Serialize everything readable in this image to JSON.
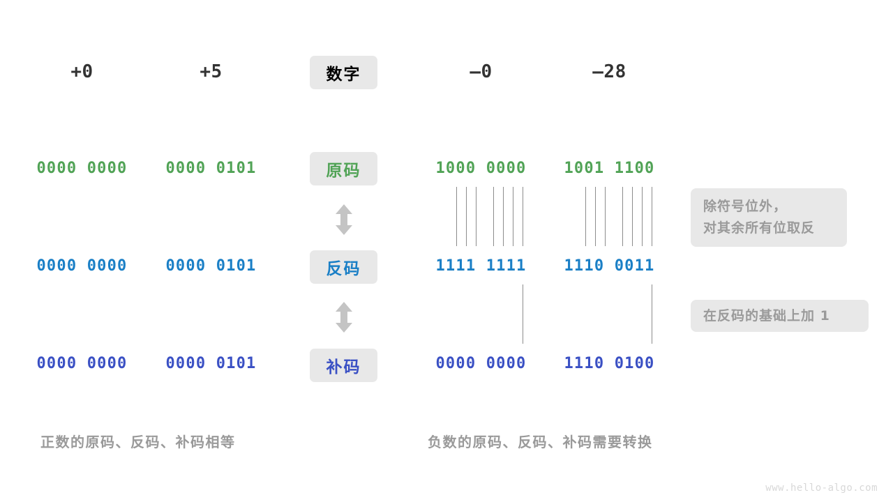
{
  "page": {
    "background": "#ffffff",
    "watermark": "www.hello-algo.com"
  },
  "colors": {
    "green": "#51a356",
    "blue": "#1a7fc6",
    "indigo": "#3a50c4",
    "badge_bg": "#e8e8e8",
    "muted_text": "#9a9a9a",
    "dark_text": "#333333",
    "tick_line": "#8c8c8c",
    "arrow": "#c4c4c4"
  },
  "center_labels": {
    "number": "数字",
    "sign_magnitude": "原码",
    "ones_complement": "反码",
    "twos_complement": "补码"
  },
  "columns": [
    {
      "key": "pos_zero",
      "header": "+0"
    },
    {
      "key": "pos_five",
      "header": "+5"
    },
    {
      "key": "neg_zero",
      "header": "–0"
    },
    {
      "key": "neg_28",
      "header": "–28"
    }
  ],
  "rows": [
    {
      "key": "sign_magnitude",
      "label": "原码",
      "color": "#51a356",
      "values": {
        "pos_zero": "0000 0000",
        "pos_five": "0000 0101",
        "neg_zero": "1000 0000",
        "neg_28": "1001 1100"
      }
    },
    {
      "key": "ones_complement",
      "label": "反码",
      "color": "#1a7fc6",
      "values": {
        "pos_zero": "0000 0000",
        "pos_five": "0000 0101",
        "neg_zero": "1111 1111",
        "neg_28": "1110 0011"
      }
    },
    {
      "key": "twos_complement",
      "label": "补码",
      "color": "#3a50c4",
      "values": {
        "pos_zero": "0000 0000",
        "pos_five": "0000 0101",
        "neg_zero": "0000 0000",
        "neg_28": "1110 0100"
      }
    }
  ],
  "notes": {
    "invert": {
      "line1": "除符号位外，",
      "line2": "对其余所有位取反"
    },
    "plus_one": {
      "line1": "在反码的基础上加 1"
    }
  },
  "captions": {
    "positive": "正数的原码、反码、补码相等",
    "negative": "负数的原码、反码、补码需要转换"
  },
  "arrows": {
    "top": "double-headed-vertical-arrow",
    "bottom": "double-headed-vertical-arrow"
  }
}
